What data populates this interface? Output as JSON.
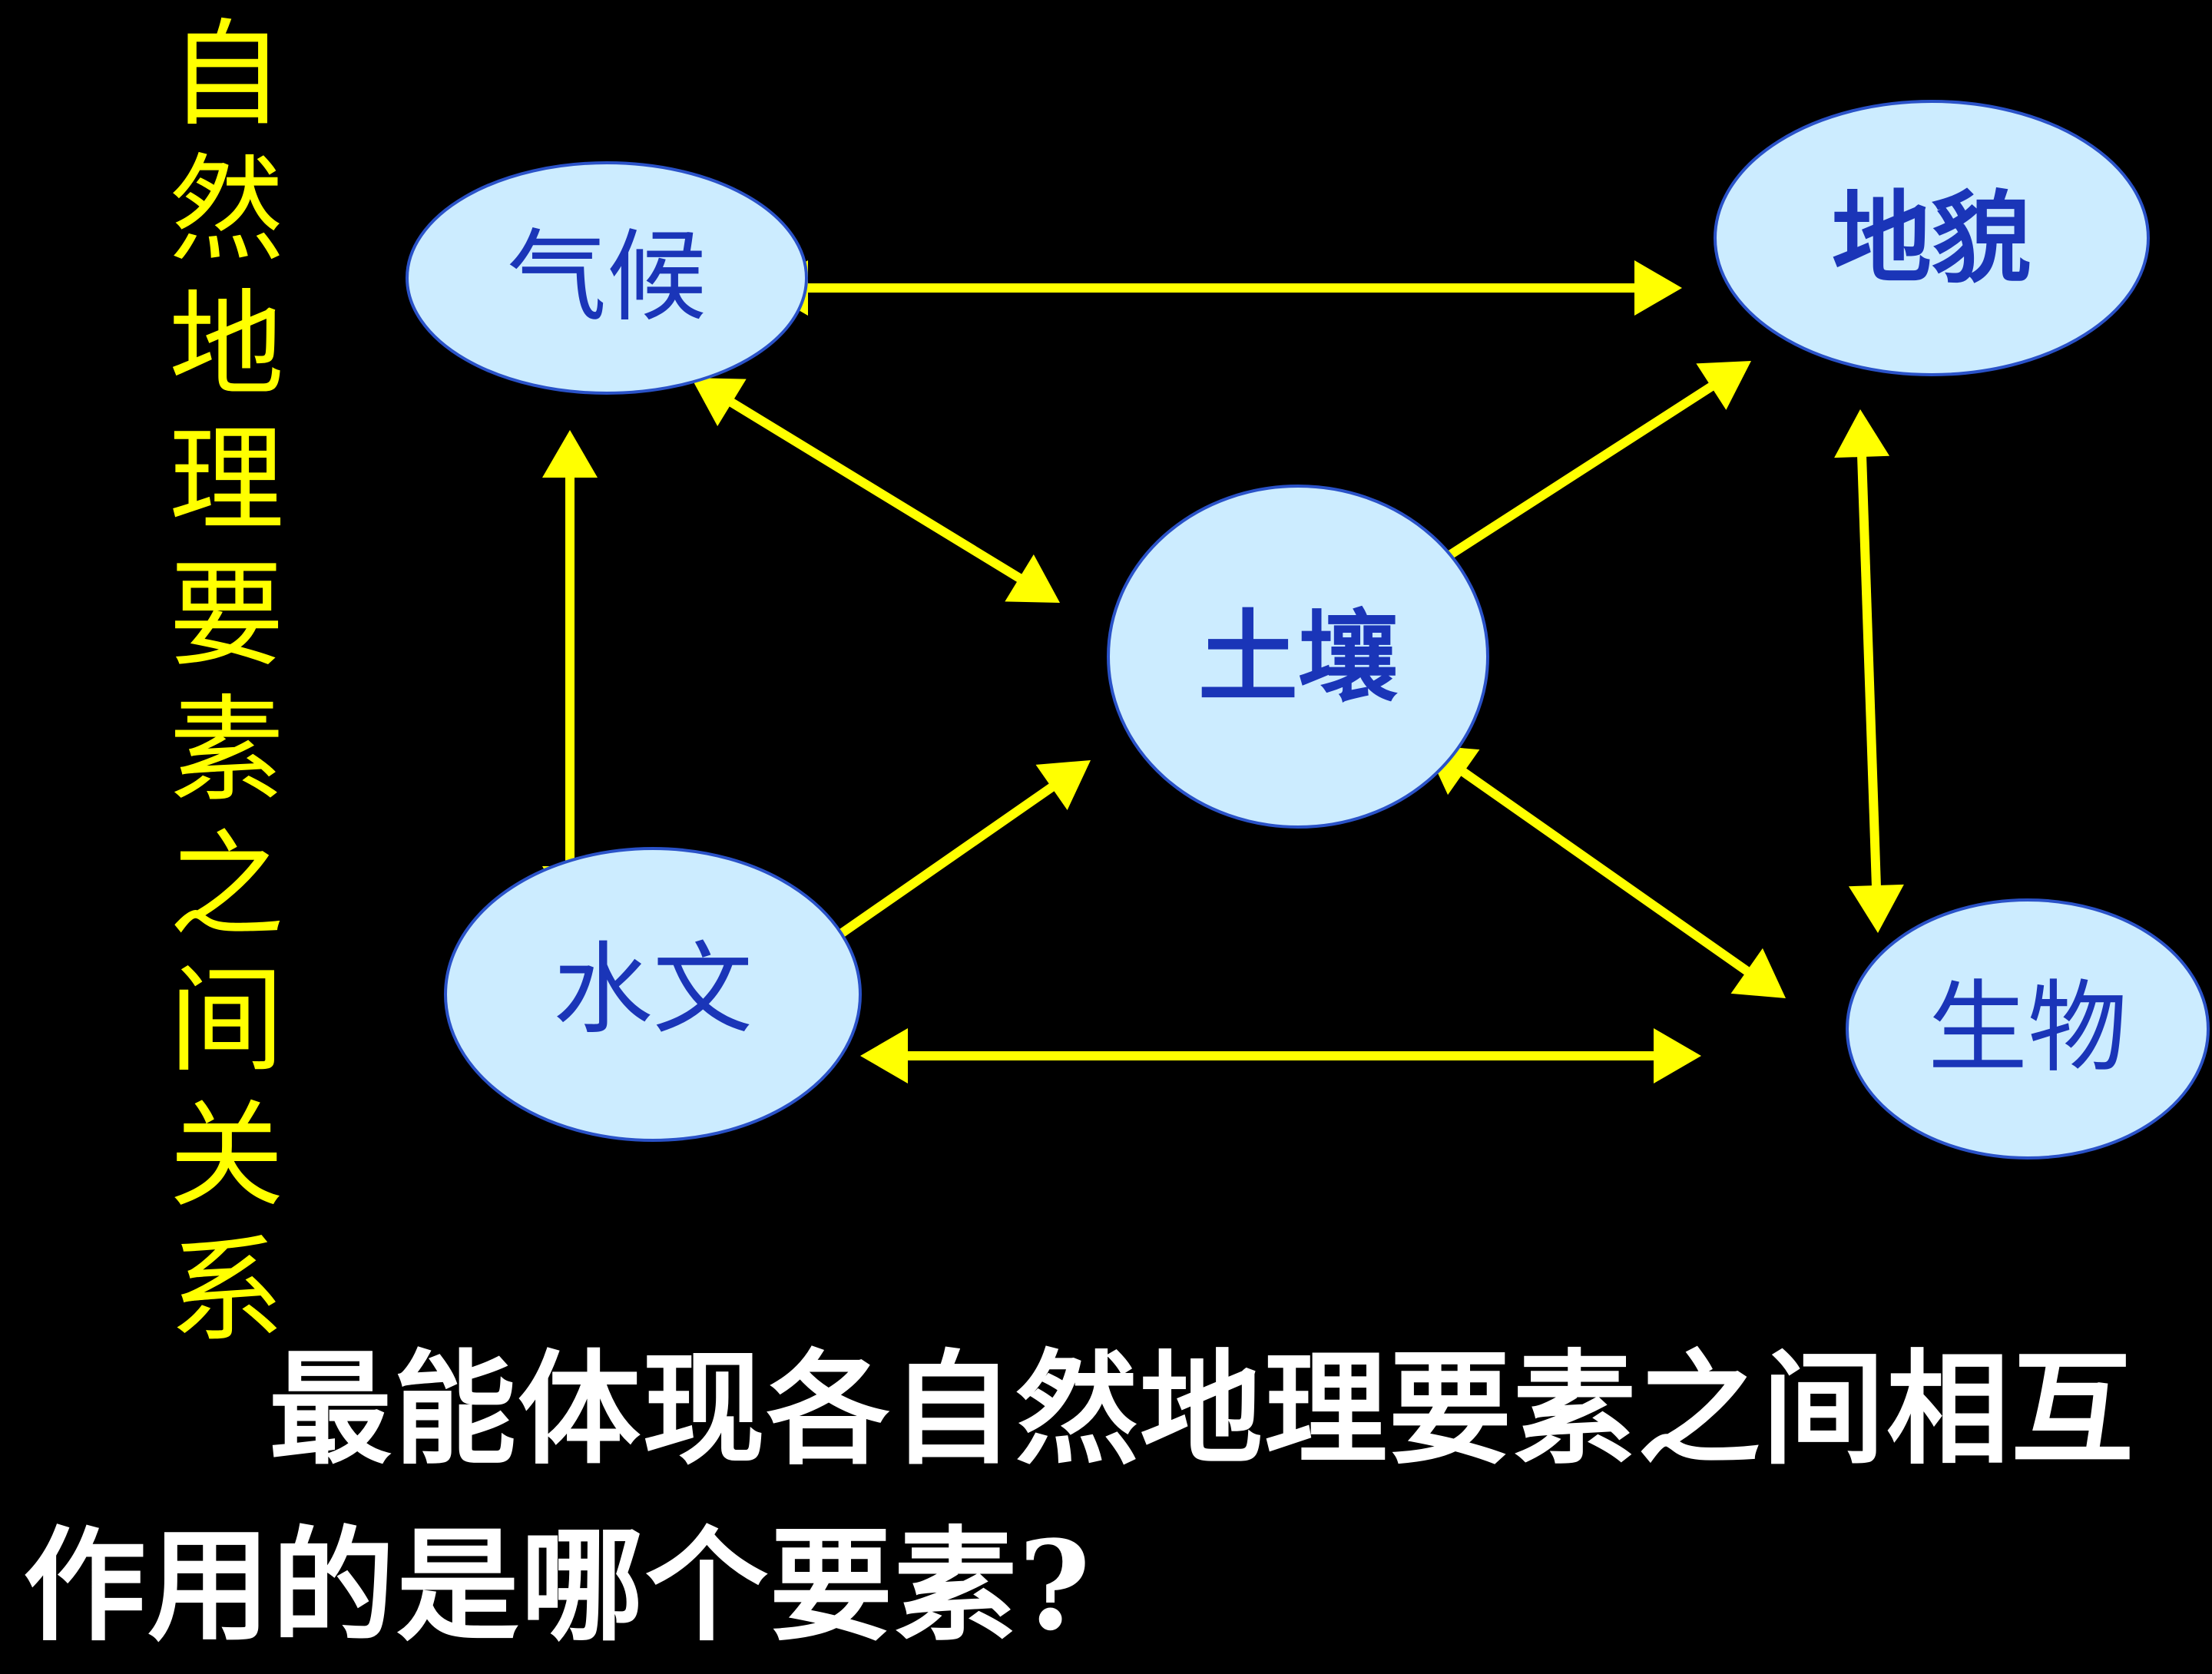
{
  "title": {
    "chars": [
      "自",
      "然",
      "地",
      "理",
      "要",
      "素",
      "之",
      "间",
      "关",
      "系"
    ]
  },
  "nodes": {
    "climate": "气候",
    "landform": "地貌",
    "soil": "土壤",
    "hydrology": "水文",
    "biology": "生物"
  },
  "question": "最能体现各自然地理要素之间相互作用的是哪个要素?",
  "colors": {
    "background": "#000000",
    "arrow": "#FFFF00",
    "node_fill": "#CCECFF",
    "node_stroke": "#2A52C8",
    "node_text": "#1A35B8",
    "title_text": "#FFFF00",
    "question_text": "#FFFFFF"
  },
  "edges": [
    {
      "from": "climate",
      "to": "landform"
    },
    {
      "from": "climate",
      "to": "soil"
    },
    {
      "from": "climate",
      "to": "hydrology"
    },
    {
      "from": "landform",
      "to": "soil"
    },
    {
      "from": "landform",
      "to": "biology"
    },
    {
      "from": "hydrology",
      "to": "soil"
    },
    {
      "from": "soil",
      "to": "biology"
    },
    {
      "from": "hydrology",
      "to": "biology"
    }
  ]
}
